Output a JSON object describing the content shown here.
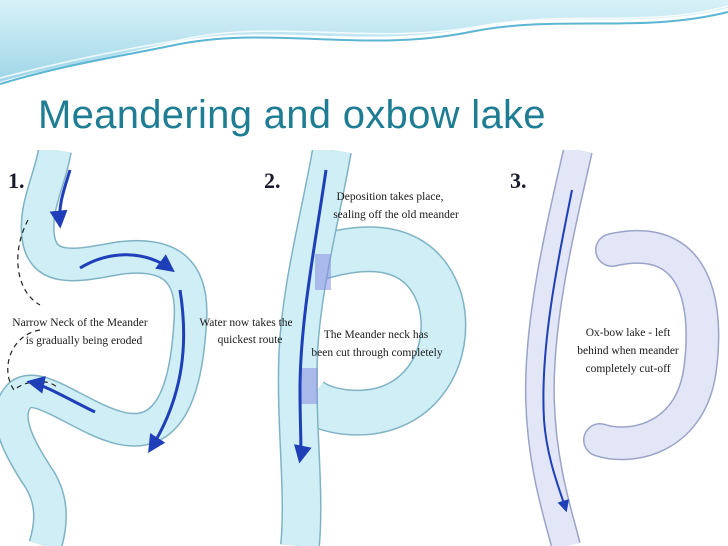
{
  "slide": {
    "title": "Meandering and oxbow lake"
  },
  "colors": {
    "title": "#1e7d93",
    "river_fill": "#cfeef5",
    "river_edge": "#7fb3c4",
    "flow_arrow": "#1f3fb8",
    "oxbow_fill": "#e3e6f6"
  },
  "panels": [
    {
      "number": "1.",
      "labels": [
        "Narrow Neck of the Meander",
        "is gradually being eroded"
      ]
    },
    {
      "number": "2.",
      "labels_top": [
        "Deposition takes place,",
        "sealing off the old meander"
      ],
      "labels_left": [
        "Water now takes the",
        "quickest route"
      ],
      "labels_mid": [
        "The Meander neck has",
        "been cut through completely"
      ]
    },
    {
      "number": "3.",
      "labels": [
        "Ox-bow lake - left",
        "behind when meander",
        "completely cut-off"
      ]
    }
  ]
}
